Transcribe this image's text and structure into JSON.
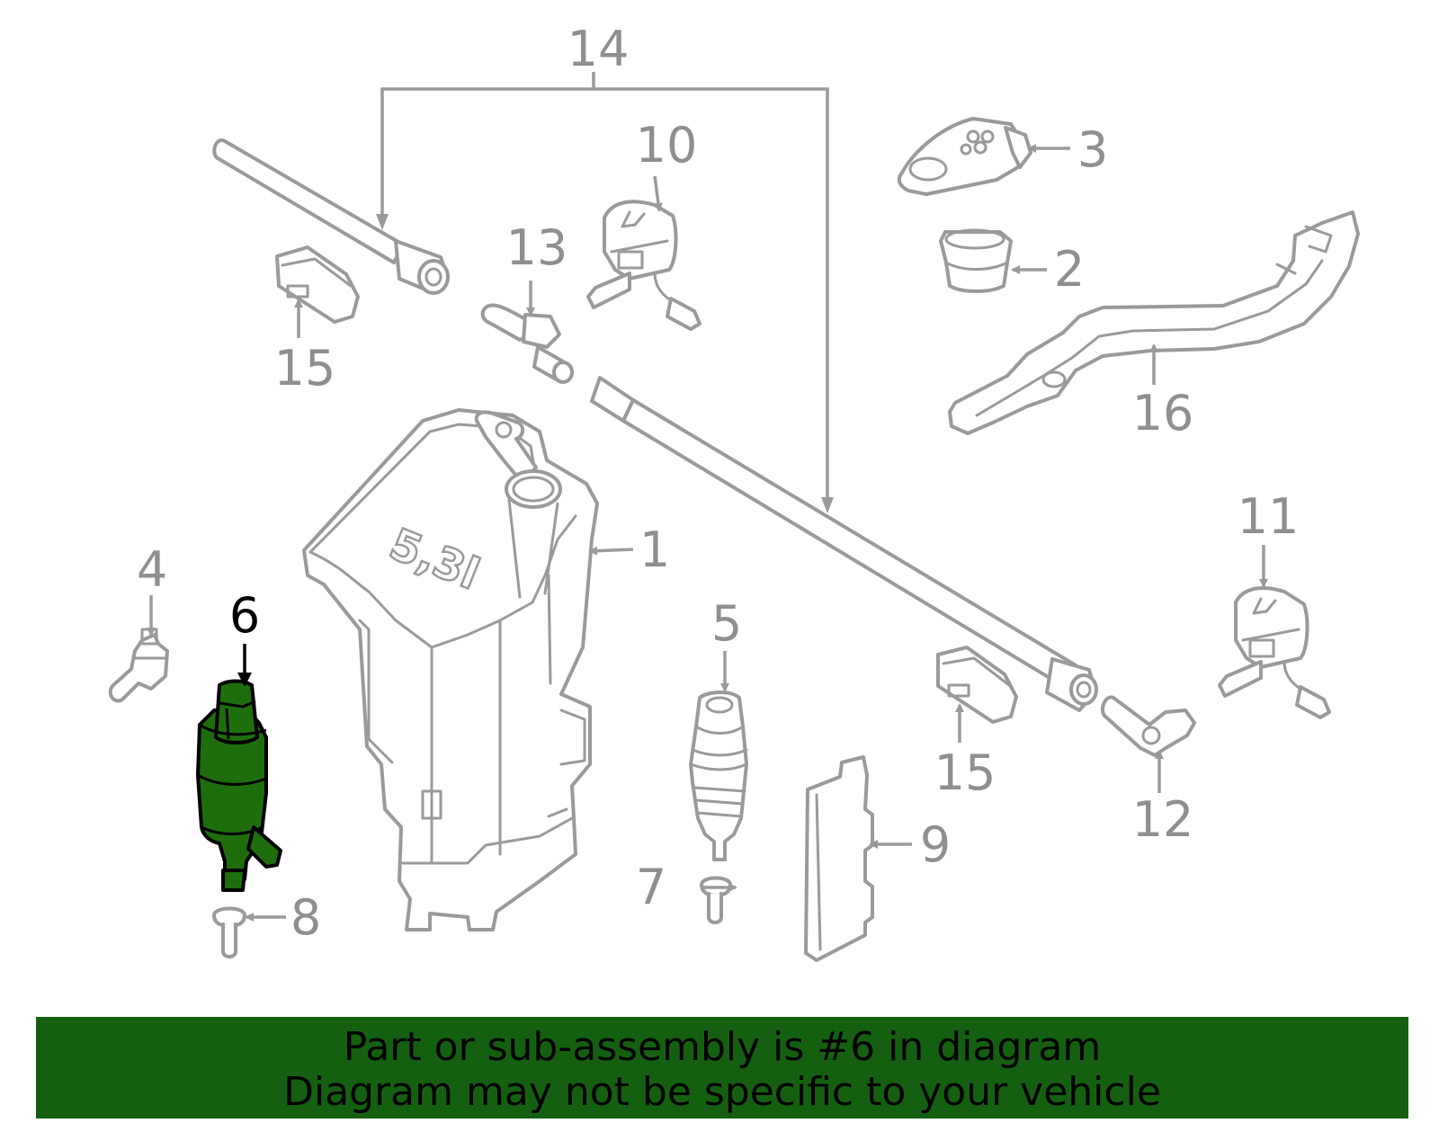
{
  "diagram": {
    "highlighted_part": "6",
    "callouts": {
      "c1": "1",
      "c2": "2",
      "c3": "3",
      "c4": "4",
      "c5": "5",
      "c6": "6",
      "c7": "7",
      "c8": "8",
      "c9": "9",
      "c10": "10",
      "c11": "11",
      "c12": "12",
      "c13": "13",
      "c14": "14",
      "c15a": "15",
      "c15b": "15",
      "c16": "16"
    },
    "tank_marking": "5,3l"
  },
  "banner": {
    "line1": "Part or sub-assembly is #6 in diagram",
    "line2": "Diagram may not be specific to your vehicle"
  },
  "colors": {
    "highlight": "#1f6e0e",
    "banner_background": "#146010",
    "line_art": "#9a9a9a"
  }
}
